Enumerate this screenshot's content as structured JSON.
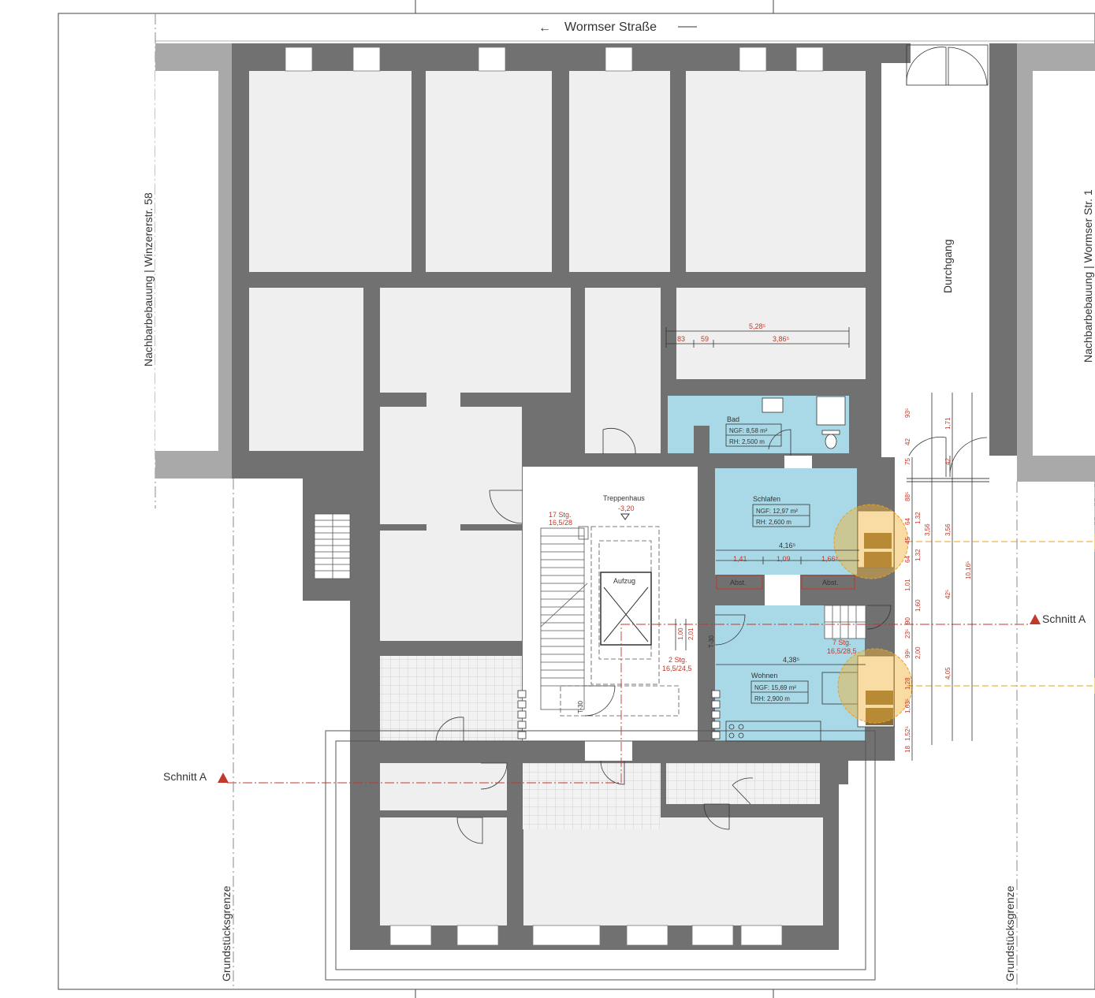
{
  "street": {
    "label": "Wormser Straße",
    "arrow": "←"
  },
  "neighbors": {
    "left": "Nachbarbebauung | Winzererstr. 58",
    "right": "Nachbarbebauung | Wormser Str. 1"
  },
  "property_line": {
    "left": "Grundstücksgrenze",
    "right": "Grundstücksgrenze"
  },
  "passage": {
    "label": "Durchgang"
  },
  "section": {
    "left": "Schnitt A",
    "right": "Schnitt A"
  },
  "stairwell": {
    "title": "Treppenhaus",
    "level": "-3,20"
  },
  "elevator": {
    "label": "Aufzug"
  },
  "stairs": {
    "main": {
      "count": "17 Stg.",
      "ratio": "16,5/28"
    },
    "small": {
      "count": "2 Stg.",
      "ratio": "16,5/24,5"
    },
    "unit": {
      "count": "7 Stg.",
      "ratio": "16,5/28,5"
    }
  },
  "doors": {
    "t30_a": "T-30",
    "t30_b": "T-30"
  },
  "rooms": {
    "bad": {
      "name": "Bad",
      "ngf": "NGF: 8,58 m²",
      "rh": "RH:  2,500 m"
    },
    "schlafen": {
      "name": "Schlafen",
      "ngf": "NGF: 12,97 m²",
      "rh": "RH:   2,600 m"
    },
    "wohnen": {
      "name": "Wohnen",
      "ngf": "NGF: 15,69 m²",
      "rh": "RH:   2,900 m"
    },
    "abst1": "Abst.",
    "abst2": "Abst."
  },
  "dimensions": {
    "top_total": "5,28⁵",
    "top_a": "83",
    "top_b": "59",
    "top_c": "3,86⁵",
    "schlafen_w": "4,16⁵",
    "schlafen_a": "1,41",
    "schlafen_b": "1,09",
    "schlafen_c": "1,66⁵",
    "wohnen_w": "4,38⁵",
    "v1": "1,00",
    "v2": "2,01",
    "right_col1": [
      "93⁵",
      "42",
      "75",
      "88⁵",
      "64",
      "45",
      "64",
      "1,01",
      "90",
      "23⁵",
      "99⁵",
      "1,28",
      "1,63⁵",
      "1,52⁵",
      "18"
    ],
    "right_col2": [
      "1,32",
      "1,32",
      "1,60",
      "2,00"
    ],
    "right_col3": [
      "3,56"
    ],
    "right_col4": [
      "1,71",
      "42",
      "3,56",
      "42⁵",
      "4,05"
    ],
    "right_col5": [
      "10,16⁵"
    ]
  },
  "colors": {
    "wall": "#717171",
    "room_fill": "#efefef",
    "neighbor_wall": "#a9a9a9",
    "unit_fill": "#a9d9e6",
    "accent_red": "#c0392b",
    "window_highlight": "#f2b134"
  }
}
